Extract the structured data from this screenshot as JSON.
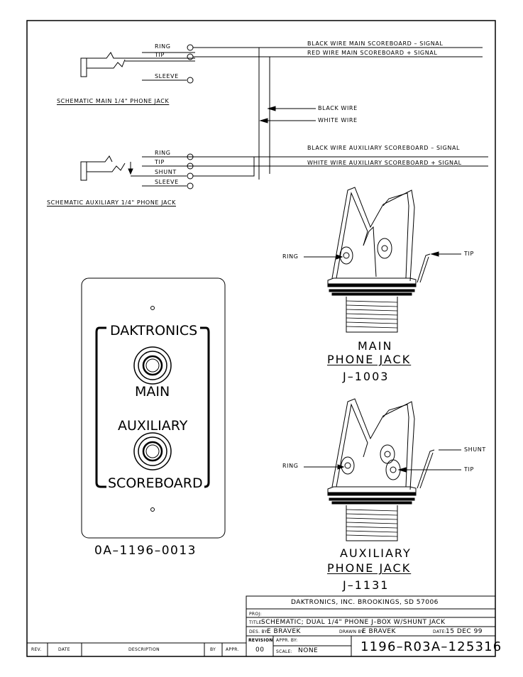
{
  "schematic_main": {
    "labels": {
      "ring": "RING",
      "tip": "TIP",
      "sleeve": "SLEEVE"
    },
    "caption": "SCHEMATIC MAIN 1/4\" PHONE JACK",
    "wire_black": "BLACK WIRE MAIN SCOREBOARD – SIGNAL",
    "wire_red": "RED WIRE MAIN SCOREBOARD + SIGNAL"
  },
  "cable_labels": {
    "black": "BLACK WIRE",
    "white": "WHITE WIRE"
  },
  "schematic_aux": {
    "labels": {
      "ring": "RING",
      "tip": "TIP",
      "shunt": "SHUNT",
      "sleeve": "SLEEVE"
    },
    "caption": "SCHEMATIC AUXILIARY 1/4\" PHONE JACK",
    "wire_black": "BLACK WIRE AUXILIARY SCOREBOARD – SIGNAL",
    "wire_white": "WHITE WIRE AUXILIARY SCOREBOARD + SIGNAL"
  },
  "main_jack": {
    "ring": "RING",
    "tip": "TIP",
    "title1": "MAIN",
    "title2": "PHONE JACK",
    "part": "J–1003"
  },
  "aux_jack": {
    "ring": "RING",
    "shunt": "SHUNT",
    "tip": "TIP",
    "title1": "AUXILIARY",
    "title2": "PHONE JACK",
    "part": "J–1131"
  },
  "plate": {
    "brand": "DAKTRONICS",
    "main": "MAIN",
    "auxiliary": "AUXILIARY",
    "scoreboard": "SCOREBOARD",
    "part": "0A–1196–0013"
  },
  "revision_block": {
    "rev": "REV.",
    "date": "DATE",
    "description": "DESCRIPTION",
    "by": "BY",
    "appr": "APPR."
  },
  "title_block": {
    "company": "DAKTRONICS, INC.   BROOKINGS, SD 57006",
    "proj_label": "PROJ:",
    "title_label": "TITLE:",
    "title": "SCHEMATIC; DUAL 1/4\" PHONE J–BOX W/SHUNT JACK",
    "des_label": "DES. BY:",
    "des_by": "E BRAVEK",
    "drawn_label": "DRAWN BY:",
    "drawn_by": "E BRAVEK",
    "date_label": "DATE:",
    "date": "15 DEC 99",
    "revision_label": "REVISION",
    "revision": "00",
    "appr_label": "APPR. BY:",
    "scale_label": "SCALE:",
    "scale": "NONE",
    "drawing_number": "1196–R03A–125316"
  }
}
